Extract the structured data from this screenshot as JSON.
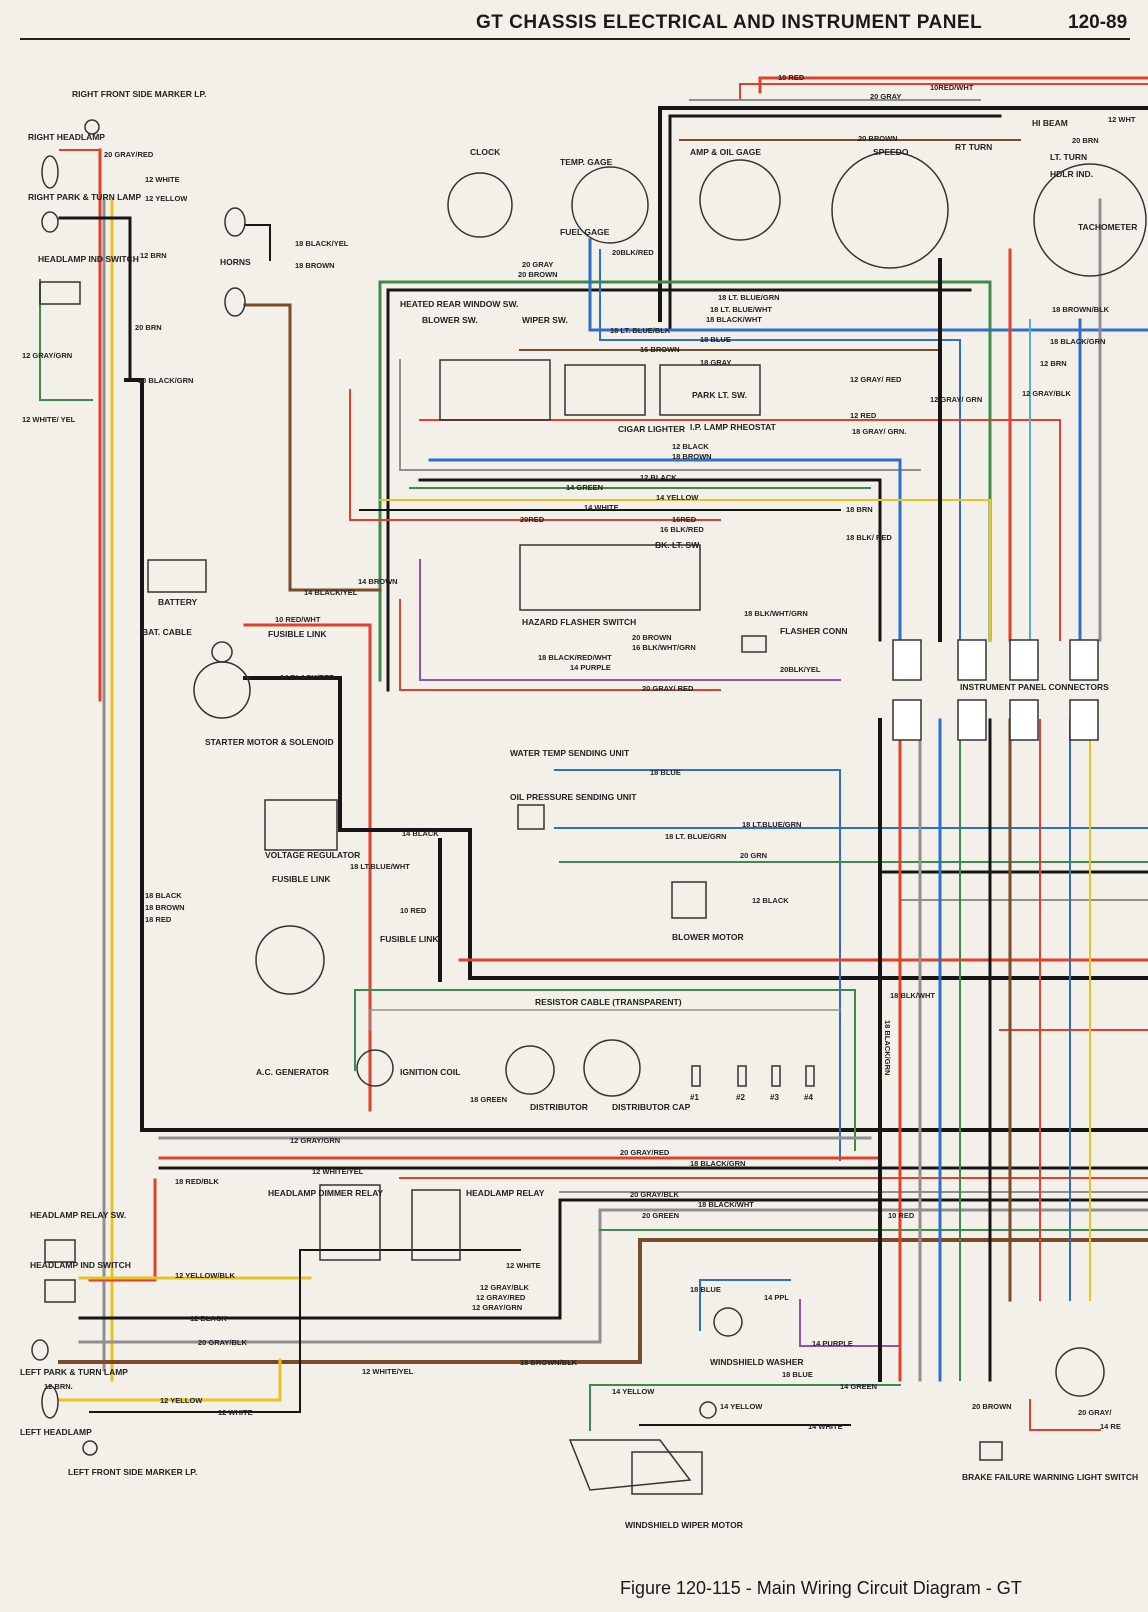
{
  "header": {
    "title": "GT CHASSIS ELECTRICAL AND INSTRUMENT PANEL",
    "page": "120-89"
  },
  "caption": "Figure 120-115 - Main Wiring Circuit Diagram - GT",
  "colors": {
    "black": "#161616",
    "red": "#e0402c",
    "gray": "#8f8f8f",
    "blue": "#2f6fc9",
    "green": "#3c8b4c",
    "yellow": "#e8c21f",
    "brown": "#7a4a2a",
    "purple": "#8e52b8",
    "white": "#ffffff",
    "lightblue": "#5da8e0"
  },
  "components": {
    "right_front_marker": "RIGHT FRONT SIDE MARKER LP.",
    "right_headlamp": "RIGHT HEADLAMP",
    "right_park_turn": "RIGHT PARK & TURN LAMP",
    "headlamp_ind_switch": "HEADLAMP IND SWITCH",
    "horns": "HORNS",
    "clock": "CLOCK",
    "temp_gage": "TEMP. GAGE",
    "fuel_gage": "FUEL GAGE",
    "amp_oil_gage": "AMP & OIL GAGE",
    "speedo": "SPEEDO",
    "tachometer": "TACHOMETER",
    "heated_rear_window_sw": "HEATED REAR WINDOW SW.",
    "blower_sw": "BLOWER SW.",
    "wiper_sw": "WIPER SW.",
    "cigar_lighter": "CIGAR LIGHTER",
    "park_lt_sw": "PARK LT. SW.",
    "ip_lamp_rheostat": "I.P. LAMP RHEOSTAT",
    "bk_lt_sw": "BK. LT. SW.",
    "hazard_flasher_switch": "HAZARD FLASHER SWITCH",
    "flasher_conn": "FLASHER CONN",
    "instrument_panel_connectors": "INSTRUMENT PANEL CONNECTORS",
    "battery": "BATTERY",
    "bat_cable": "BAT. CABLE",
    "fusible_link": "FUSIBLE LINK",
    "starter": "STARTER MOTOR & SOLENOID",
    "water_temp": "WATER TEMP SENDING UNIT",
    "oil_pressure": "OIL PRESSURE SENDING UNIT",
    "voltage_regulator": "VOLTAGE REGULATOR",
    "blower_motor": "BLOWER MOTOR",
    "ac_generator": "A.C. GENERATOR",
    "resistor_cable": "RESISTOR CABLE (TRANSPARENT)",
    "ignition_coil": "IGNITION COIL",
    "distributor": "DISTRIBUTOR",
    "distributor_cap": "DISTRIBUTOR CAP",
    "headlamp_dimmer_relay": "HEADLAMP DIMMER RELAY",
    "headlamp_relay": "HEADLAMP RELAY",
    "headlamp_relay_sw": "HEADLAMP RELAY SW.",
    "left_park_turn": "LEFT PARK & TURN LAMP",
    "left_headlamp": "LEFT HEADLAMP",
    "left_front_marker": "LEFT FRONT SIDE MARKER LP.",
    "windshield_washer": "WINDSHIELD WASHER",
    "windshield_wiper_motor": "WINDSHIELD WIPER MOTOR",
    "brake_failure": "BRAKE FAILURE WARNING LIGHT SWITCH",
    "hi_beam": "HI BEAM",
    "lt_turn": "LT. TURN",
    "rt_turn": "RT TURN",
    "hdlr_ind": "HDLR IND."
  },
  "wire_labels": {
    "w_10red_top": "10 RED",
    "w_10redwht_top": "10RED/WHT",
    "w_20gray_top": "20 GRAY",
    "w_20brown_top": "20 BROWN",
    "w_12wht_right": "12 WHT",
    "w_20brn_right": "20 BRN",
    "w_20grayred_rf": "20 GRAY/RED",
    "w_12white_rf": "12 WHITE",
    "w_12yellow_rf": "12 YELLOW",
    "w_12brn_rf": "12 BRN",
    "w_20brn_rf": "20 BRN",
    "w_12graygrn_l": "12 GRAY/GRN",
    "w_18blackgrn_l": "18 BLACK/GRN",
    "w_12whiteyel_l": "12 WHITE/ YEL",
    "w_18blackyel_h": "18 BLACK/YEL",
    "w_18brown_h": "18 BROWN",
    "w_20gray_c": "20 GRAY",
    "w_20brown_c": "20 BROWN",
    "w_20blkred": "20BLK/RED",
    "w_18ltblueblk": "18 LT. BLUE/BLK",
    "w_18ltbluegrn": "18 LT. BLUE/GRN",
    "w_18ltbluewht": "18 LT. BLUE/WHT",
    "w_18blackwht": "18 BLACK/WHT",
    "w_18blue": "18 BLUE",
    "w_16brown": "16 BROWN",
    "w_18gray": "18 GRAY",
    "w_12grayred": "12 GRAY/ RED",
    "w_12red": "12 RED",
    "w_18grayorn": "18 GRAY/ GRN.",
    "w_12black_c": "12 BLACK",
    "w_18brown_c": "18 BROWN",
    "w_12black_c2": "12 BLACK",
    "w_14green": "14 GREEN",
    "w_14yellow": "14 YELLOW",
    "w_14white": "14 WHITE",
    "w_20red": "20RED",
    "w_16red": "16RED",
    "w_16blkred": "16 BLK/RED",
    "w_18brn": "18 BRN",
    "w_18blkred": "18 BLK/ RED",
    "w_18brownblk": "18 BROWN/BLK",
    "w_18blackgrn_r": "18 BLACK/GRN",
    "w_12brn_r": "12 BRN",
    "w_12grayblk_r": "12 GRAY/BLK",
    "w_12graygrn_r": "12 GRAY/ GRN",
    "w_18blkwhtgrn": "18 BLK/WHT/GRN",
    "w_16blkwhtgrn": "16 BLK/WHT/GRN",
    "w_20brown_hz": "20 BROWN",
    "w_18blackredwht": "18 BLACK/RED/WHT",
    "w_14purple": "14 PURPLE",
    "w_20blkyel": "20BLK/YEL",
    "w_20grayred_c": "20 GRAY/ RED",
    "w_14brown": "14 BROWN",
    "w_14blackyel": "14 BLACK/YEL",
    "w_10redwht_b": "10 RED/WHT",
    "w_14blackred": "14 BLACK/RED",
    "w_18blue_wt": "18 BLUE",
    "w_18ltbluegrn_op": "18 LT.BLUE/GRN",
    "w_18ltbluegrn_op2": "18 LT. BLUE/GRN",
    "w_20grn": "20 GRN",
    "w_14black": "14 BLACK",
    "w_18ltbluewht_vr": "18 LT.BLUE/WHT",
    "w_12black_bm": "12 BLACK",
    "w_10red_f": "10 RED",
    "w_18black": "18 BLACK",
    "w_18brown_g": "18 BROWN",
    "w_18red": "18 RED",
    "w_18blkwht": "18 BLK/WHT",
    "w_18blackgrn_v": "18 BLACK/GRN",
    "w_18green": "18 GREEN",
    "w_12graygrn_b": "12 GRAY/GRN",
    "w_20grayred_b": "20 GRAY/RED",
    "w_18blackgrn_b": "18 BLACK/GRN",
    "w_18redblk": "18 RED/BLK",
    "w_12whiteyel_b": "12 WHITE/YEL",
    "w_20grayblk_b": "20 GRAY/BLK",
    "w_18blackwht_b": "18 BLACK/WHT",
    "w_20green_b": "20 GREEN",
    "w_10red_b": "10 RED",
    "w_12yellowblk": "12 YELLOW/BLK",
    "w_12white_b": "12 WHITE",
    "w_12grayblk_b": "12 GRAY/BLK",
    "w_12grayred_b": "12 GRAY/RED",
    "w_12graygrn_b2": "12 GRAY/GRN",
    "w_12black_b": "12 BLACK",
    "w_20grayblk_b2": "20 GRAY/BLK",
    "w_18brownblk_b": "18 BROWN/BLK",
    "w_12whiteyel_b2": "12 WHITE/YEL",
    "w_12yellow_b": "12 YELLOW",
    "w_12white_b2": "12 WHITE",
    "w_18blue_ww": "18 BLUE",
    "w_14ppl": "14 PPL",
    "w_14purple_ww": "14 PURPLE",
    "w_18blue_ww2": "18 BLUE",
    "w_14green_ww": "14 GREEN",
    "w_14yellow_ww": "14 YELLOW",
    "w_14yellow_ww2": "14 YELLOW",
    "w_14white_ww": "14 WHITE",
    "w_20brown_bf": "20 BROWN",
    "w_20gray_bf": "20 GRAY/",
    "w_14r_bf": "14 RE",
    "w_12brn_lh": "12 BRN."
  },
  "connector_pins": {
    "pin_1": "#1",
    "pin_2": "#2",
    "pin_3": "#3",
    "pin_4": "#4"
  }
}
